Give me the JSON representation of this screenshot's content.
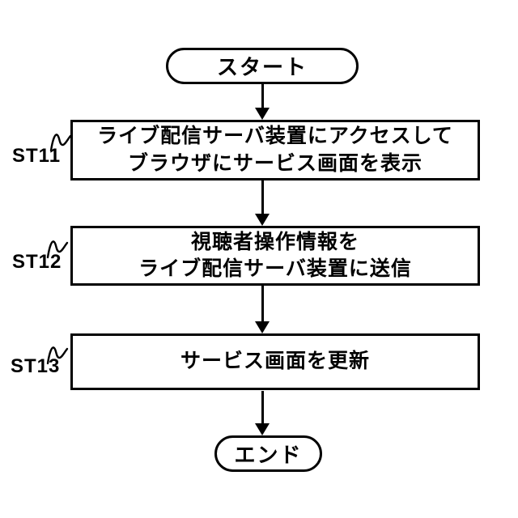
{
  "diagram": {
    "type": "flowchart",
    "colors": {
      "line": "#000000",
      "background": "#ffffff",
      "text": "#000000"
    },
    "start": {
      "label": "スタート"
    },
    "steps": [
      {
        "id": "ST11",
        "line1": "ライブ配信サーバ装置にアクセスして",
        "line2": "ブラウザにサービス画面を表示"
      },
      {
        "id": "ST12",
        "line1": "視聴者操作情報を",
        "line2": "ライブ配信サーバ装置に送信"
      },
      {
        "id": "ST13",
        "line1": "サービス画面を更新"
      }
    ],
    "end": {
      "label": "エンド"
    },
    "flow_order": "start → ST11 → ST12 → ST13 → end"
  }
}
